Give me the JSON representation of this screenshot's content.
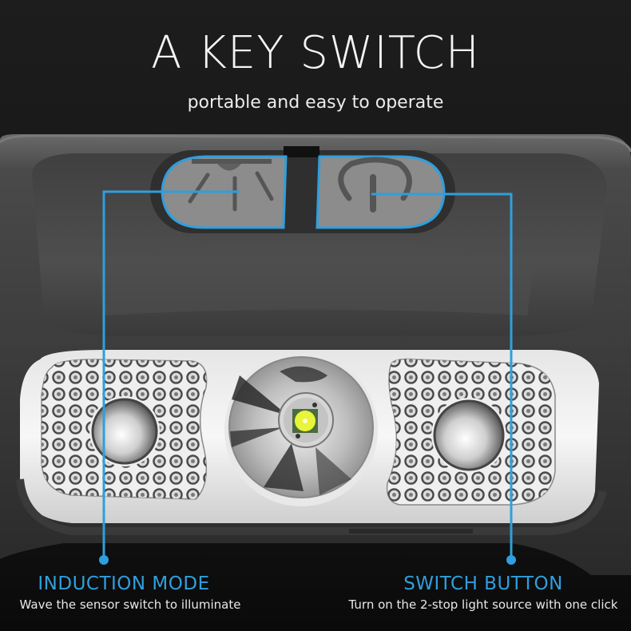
{
  "header": {
    "title": "A KEY SWITCH",
    "subtitle": "portable and easy to operate"
  },
  "product": {
    "buttons": [
      {
        "name": "induction-sensor-button",
        "icon": "lamp-rays-icon"
      },
      {
        "name": "power-switch-button",
        "icon": "power-icon"
      }
    ],
    "led_color": "#e8f53a",
    "accent_color": "#2f9fdd"
  },
  "callouts": [
    {
      "title": "INDUCTION MODE",
      "description": "Wave the sensor switch to illuminate"
    },
    {
      "title": "SWITCH BUTTON",
      "description": "Turn on the 2-stop light source with one click"
    }
  ]
}
